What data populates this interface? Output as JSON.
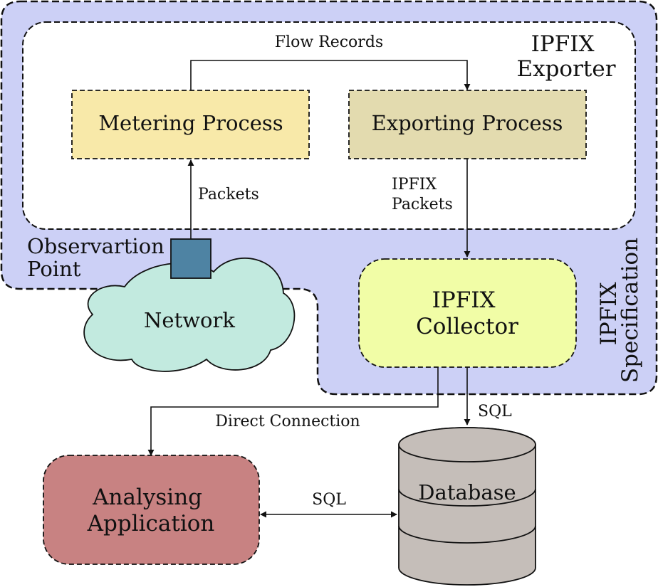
{
  "regions": {
    "specification": {
      "label_lines": [
        "IPFIX",
        "Specification"
      ]
    },
    "exporter": {
      "label_lines": [
        "IPFIX",
        "Exporter"
      ]
    }
  },
  "nodes": {
    "metering": {
      "label": "Metering Process"
    },
    "exporting": {
      "label": "Exporting Process"
    },
    "collector": {
      "label_lines": [
        "IPFIX",
        "Collector"
      ]
    },
    "network": {
      "label": "Network"
    },
    "observation_point": {
      "label_lines": [
        "Observartion",
        "Point"
      ]
    },
    "analysing": {
      "label_lines": [
        "Analysing",
        "Application"
      ]
    },
    "database": {
      "label": "Database"
    }
  },
  "edges": {
    "flow_records": "Flow Records",
    "packets": "Packets",
    "ipfix_packets": [
      "IPFIX",
      "Packets"
    ],
    "sql_collector_db": "SQL",
    "direct_connection": "Direct Connection",
    "sql_app_db": "SQL"
  },
  "colors": {
    "specification_fill": "#ccd0f6",
    "exporter_fill": "#ffffff",
    "metering_fill": "#f8e9a9",
    "exporting_fill": "#e3dbaf",
    "collector_fill": "#f1fda6",
    "network_fill": "#c2eadf",
    "observation_point_fill": "#4e83a3",
    "analysing_fill": "#c88282",
    "database_fill": "#c5beb9"
  }
}
